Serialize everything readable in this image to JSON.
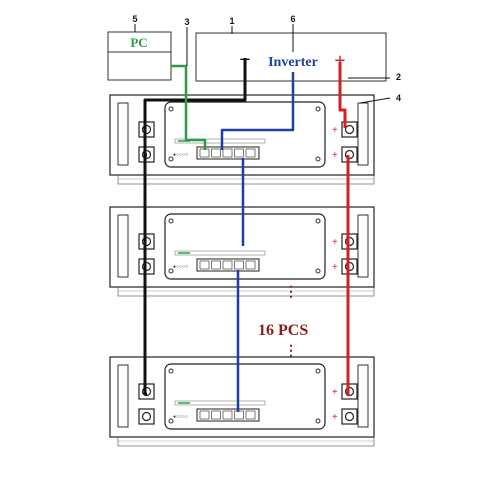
{
  "labels": {
    "pc": "PC",
    "inverter": "Inverter",
    "plus": "+",
    "minus": "−",
    "count": "16 PCS",
    "port_label": "●○○○○",
    "callouts": [
      "5",
      "3",
      "1",
      "6",
      "2",
      "4"
    ]
  },
  "colors": {
    "pc_text": "#2a9d4a",
    "inverter_text": "#1f3fa0",
    "positive": "#d42020",
    "negative": "#111111",
    "comm_pc": "#2a9d4a",
    "comm_bus": "#1f3fa0",
    "count_text": "#8b1a1a"
  }
}
